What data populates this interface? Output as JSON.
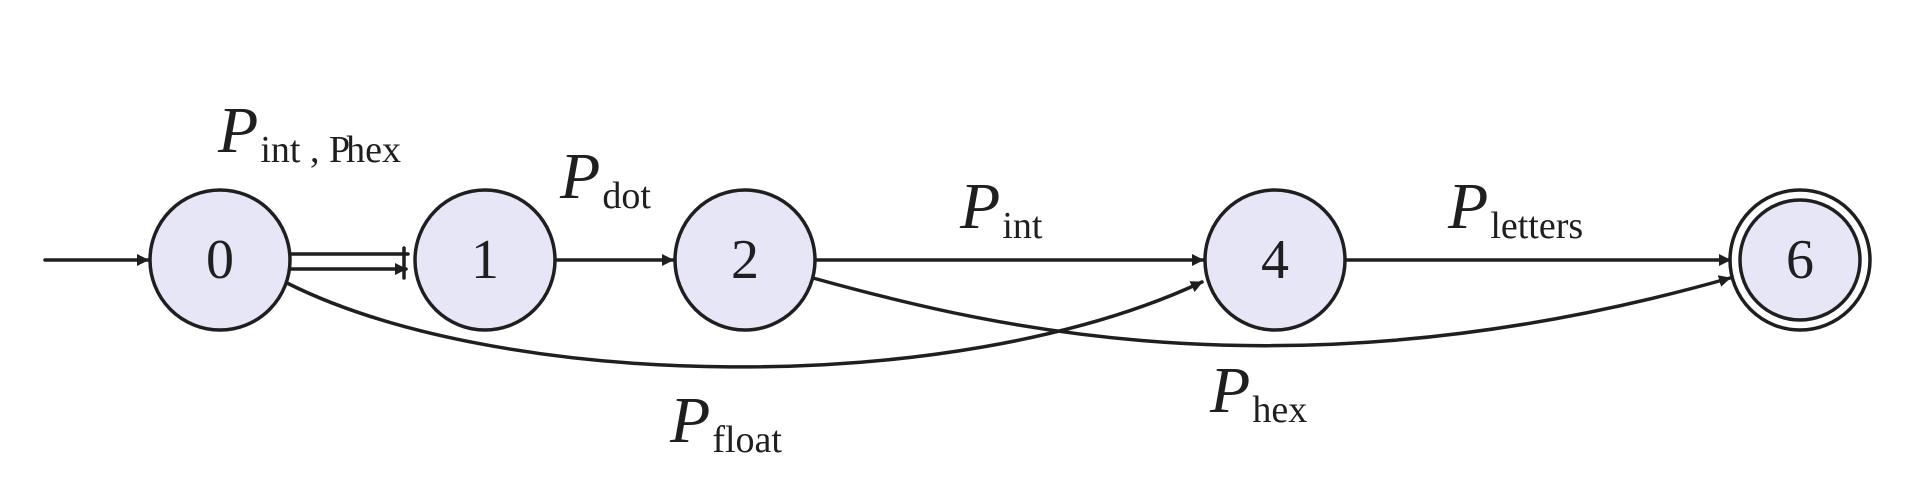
{
  "diagram": {
    "accent_fill": "#e6e6f7",
    "stroke_color": "#1f1f1f",
    "nodes": [
      {
        "id": "n0",
        "label": "0",
        "start": true,
        "accept": false
      },
      {
        "id": "n1",
        "label": "1",
        "start": false,
        "accept": false
      },
      {
        "id": "n2",
        "label": "2",
        "start": false,
        "accept": false
      },
      {
        "id": "n4",
        "label": "4",
        "start": false,
        "accept": false
      },
      {
        "id": "n6",
        "label": "6",
        "start": false,
        "accept": true
      }
    ],
    "edges": [
      {
        "from": "0",
        "to": "1",
        "label_main": "P",
        "label_sub": "int , P",
        "label_sub2": "hex"
      },
      {
        "from": "1",
        "to": "2",
        "label_main": "P",
        "label_sub": "dot"
      },
      {
        "from": "2",
        "to": "4",
        "label_main": "P",
        "label_sub": "int"
      },
      {
        "from": "4",
        "to": "6",
        "label_main": "P",
        "label_sub": "letters"
      },
      {
        "from": "0",
        "to": "4",
        "label_main": "P",
        "label_sub": "float"
      },
      {
        "from": "2",
        "to": "6",
        "label_main": "P",
        "label_sub": "hex"
      }
    ]
  }
}
